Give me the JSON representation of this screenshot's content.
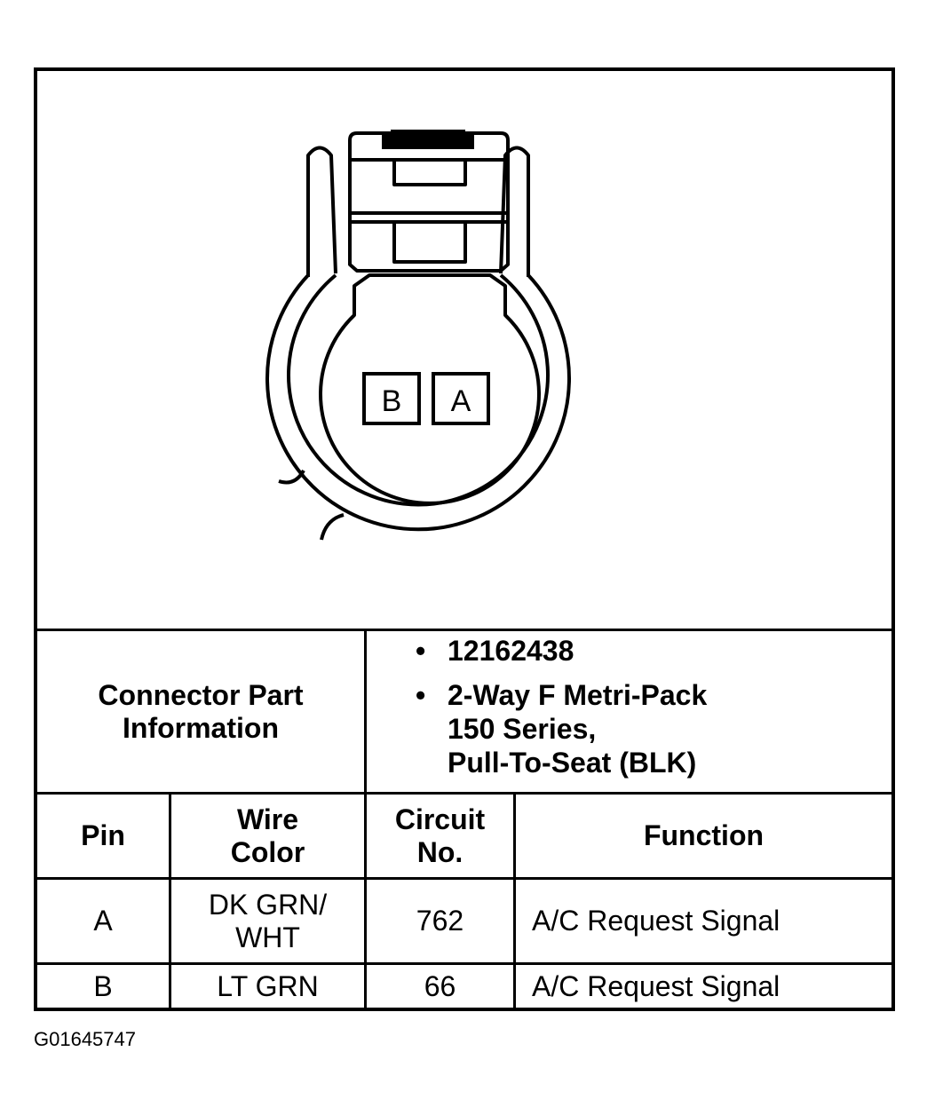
{
  "diagram": {
    "pin_labels": [
      "B",
      "A"
    ]
  },
  "part_info": {
    "label": "Connector Part Information",
    "label_lines": [
      "Connector Part",
      "Information"
    ],
    "items": [
      {
        "lines": [
          "12162438"
        ]
      },
      {
        "lines": [
          "2-Way F Metri-Pack",
          "150 Series,",
          "Pull-To-Seat (BLK)"
        ]
      }
    ],
    "bullet": "•"
  },
  "table": {
    "headers": {
      "pin": "Pin",
      "wire_color_lines": [
        "Wire",
        "Color"
      ],
      "circuit_lines": [
        "Circuit",
        "No."
      ],
      "function": "Function"
    },
    "rows": [
      {
        "pin": "A",
        "wire_color_lines": [
          "DK GRN/",
          "WHT"
        ],
        "circuit": "762",
        "function": "A/C Request Signal"
      },
      {
        "pin": "B",
        "wire_color_lines": [
          "LT GRN"
        ],
        "circuit": "66",
        "function": "A/C Request Signal"
      }
    ]
  },
  "caption": "G01645747"
}
